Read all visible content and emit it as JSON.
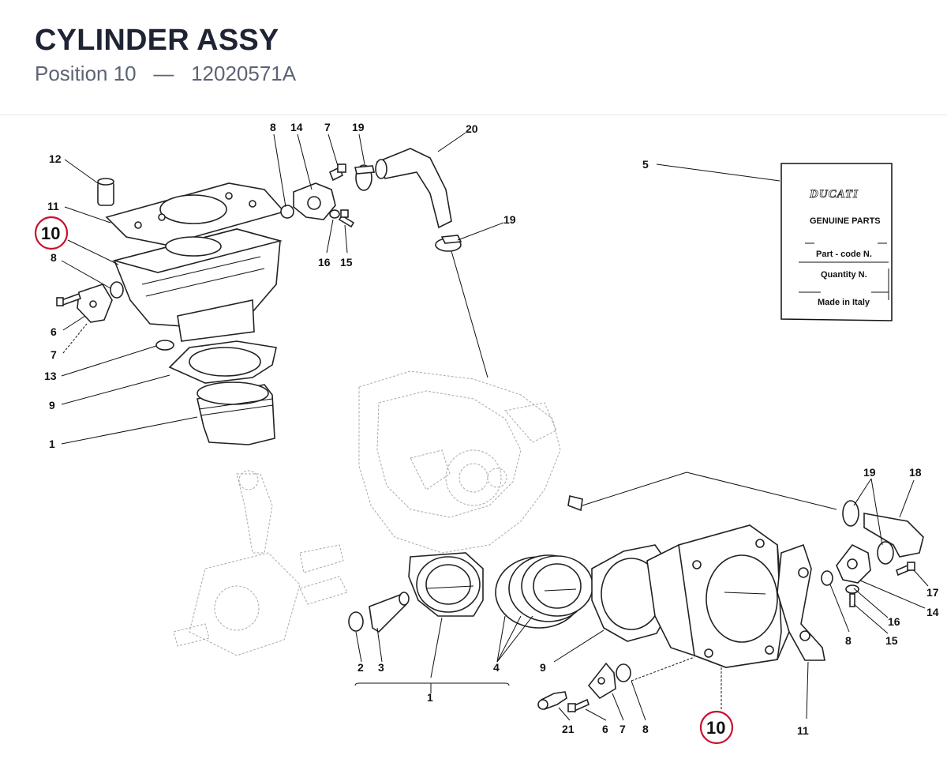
{
  "header": {
    "title": "CYLINDER ASSY",
    "subtitle_position": "Position 10",
    "subtitle_separator": "—",
    "subtitle_code": "12020571A"
  },
  "card": {
    "logo": "DUCATI",
    "line1": "GENUINE PARTS",
    "line2": "Part - code N.",
    "line3": "Quantity N.",
    "line4": "Made in Italy"
  },
  "highlight_color": "#c8102e",
  "callouts": {
    "top_8": "8",
    "top_14": "14",
    "top_7": "7",
    "top_19": "19",
    "top_20": "20",
    "top_12": "12",
    "top_11": "11",
    "top_10": "10",
    "top_5": "5",
    "left_8": "8",
    "left_6": "6",
    "left_7": "7",
    "left_13": "13",
    "left_9": "9",
    "left_1": "1",
    "mid_16": "16",
    "mid_15": "15",
    "mid_19": "19",
    "r_19": "19",
    "r_18": "18",
    "r_17": "17",
    "r_14": "14",
    "r_16": "16",
    "r_15": "15",
    "r_8": "8",
    "b_2": "2",
    "b_3": "3",
    "b_4": "4",
    "b_1": "1",
    "b_9": "9",
    "b_21": "21",
    "b_6": "6",
    "b_7": "7",
    "b_8": "8",
    "b_10": "10",
    "b_11": "11"
  }
}
